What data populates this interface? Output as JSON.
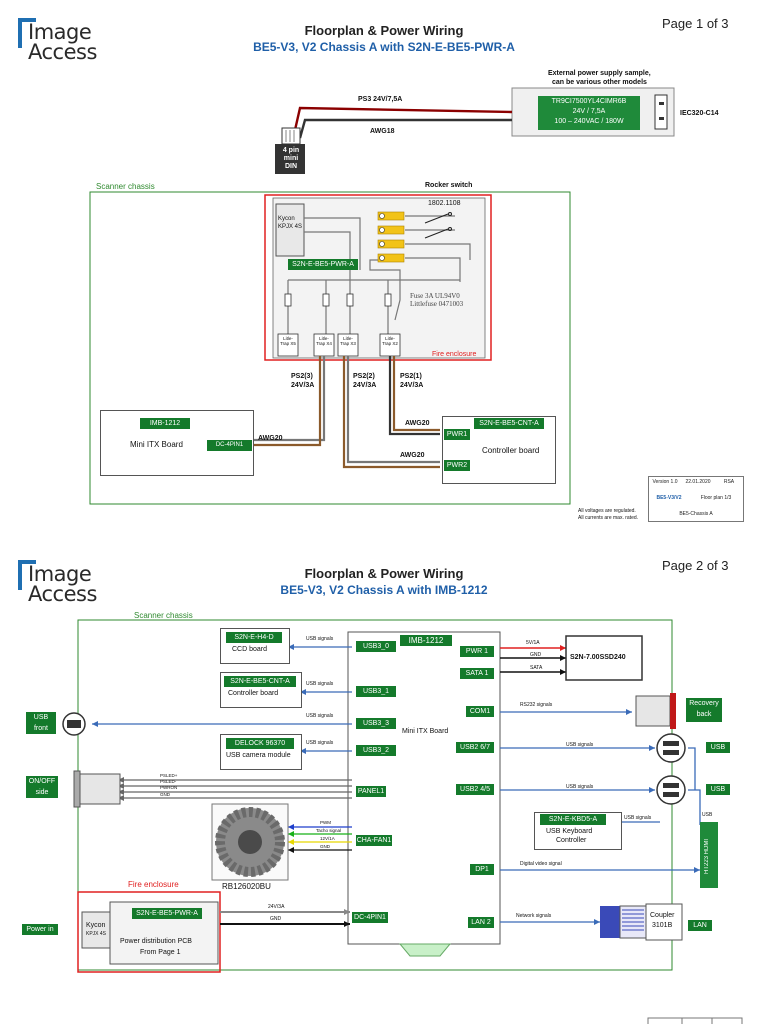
{
  "logo": {
    "line1": "Image",
    "line2": "Access"
  },
  "page1": {
    "page_label": "Page 1 of 3",
    "title": "Floorplan & Power Wiring",
    "subtitle": "BE5-V3, V2  Chassis A with S2N-E-BE5-PWR-A",
    "psu_note_1": "External power supply sample,",
    "psu_note_2": "can be various other models",
    "psu_model": "TR9CI7500YL4CIMR6B",
    "psu_rating": "24V / 7,5A",
    "psu_input": "100 – 240VAC / 180W",
    "iec": "IEC320-C14",
    "ps3": "PS3    24V/7,5A",
    "awg18": "AWG18",
    "din_1": "4 pin",
    "din_2": "mini",
    "din_3": "DIN",
    "scanner_chassis": "Scanner chassis",
    "rocker": "Rocker switch",
    "rocker_num": "1802.1108",
    "kycon_1": "Kycon",
    "kycon_2": "KPJX 4S",
    "pwr_board": "S2N-E-BE5-PWR-A",
    "fuse_1": "Fuse 3A UL94V0",
    "fuse_2": "Littlefuse 0471003",
    "littrap": [
      "Litle-Trap X5",
      "Litle-Trap X4",
      "Litle-Trap X3",
      "Litle-Trap X2"
    ],
    "fire_enclosure": "Fire enclosure",
    "ps2_3": "PS2(3)",
    "ps2_2": "PS2(2)",
    "ps2_1": "PS2(1)",
    "v24_3a": "24V/3A",
    "imb": "IMB-1212",
    "mini_itx": "Mini ITX Board",
    "dc4pin": "DC-4PIN1",
    "awg20": "AWG20",
    "cnt": "S2N-E-BE5-CNT-A",
    "pwr1": "PWR1",
    "pwr2": "PWR2",
    "controller_board": "Controller board",
    "tb_version": "Version 1.0",
    "tb_date": "22.01.2020",
    "tb_init": "RSA",
    "tb_model": "BE5-V3/V2",
    "tb_desc": "Floor plan 1/3",
    "tb_chassis": "BE5-Chassis A",
    "note_1": "All voltages are regulated.",
    "note_2": "All currents are max. rated."
  },
  "page2": {
    "page_label": "Page 2 of 3",
    "title": "Floorplan & Power Wiring",
    "subtitle": "BE5-V3, V2  Chassis A with IMB-1212",
    "scanner_chassis": "Scanner chassis",
    "h4d": "S2N-E-H4-D",
    "ccd": "CCD board",
    "cnt": "S2N-E-BE5-CNT-A",
    "controller_board": "Controller board",
    "delock": "DELOCK 96370",
    "usb_cam": "USB camera module",
    "imb": "IMB-1212",
    "mini_itx": "Mini ITX Board",
    "usb3_0": "USB3_0",
    "usb3_1": "USB3_1",
    "usb3_3": "USB3_3",
    "usb3_2": "USB3_2",
    "panel1": "PANEL1",
    "cha_fan": "CHA-FAN1",
    "dc4pin": "DC-4PIN1",
    "pwr1": "PWR 1",
    "sata1": "SATA 1",
    "com1": "COM1",
    "usb2_67": "USB2 6/7",
    "usb2_45": "USB2 4/5",
    "dp1": "DP1",
    "lan2": "LAN 2",
    "usb_signals": "USB signals",
    "ssd": "S2N-7.00SSD240",
    "v5_1a": "5V/1A",
    "gnd": "GND",
    "sata": "SATA",
    "rs232": "RS232 signals",
    "recovery_1": "Recovery",
    "recovery_2": "back",
    "usb_front_1": "USB",
    "usb_front_2": "front",
    "usb": "USB",
    "kbd": "S2N-E-KBD5-A",
    "kbd_1": "USB Keyboard",
    "kbd_2": "Controller",
    "onoff_1": "ON/OFF",
    "onoff_2": "side",
    "psled_p": "PSLED+",
    "psled_m": "PSLED-",
    "pwron": "PWRON",
    "fan_pwm": "PWM",
    "fan_tacho": "Tacho signal",
    "fan_12v": "12V/1A",
    "fan_model": "RB126020BU",
    "digital_video": "Digital video signal",
    "monitor": "HT223 HDMI",
    "network": "Network signals",
    "coupler_1": "Coupler",
    "coupler_2": "3101B",
    "lan": "LAN",
    "fire_enclosure": "Fire enclosure",
    "power_in": "Power in",
    "kycon_1": "Kycon",
    "kycon_2": "KPJX 4S",
    "pwr_board": "S2N-E-BE5-PWR-A",
    "v24_3a": "24V/3A",
    "pdpcb_1": "Power distribution PCB",
    "pdpcb_2": "From Page 1"
  }
}
